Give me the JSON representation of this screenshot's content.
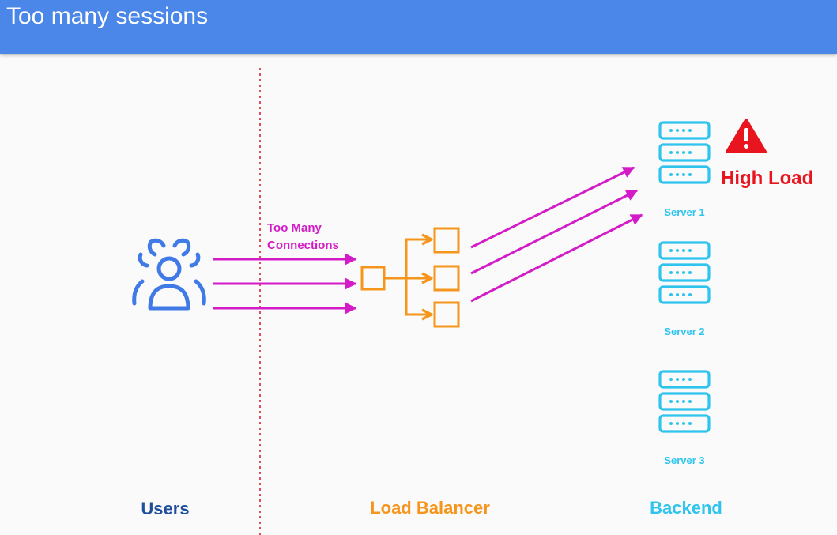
{
  "header": {
    "title": "Too many sessions"
  },
  "diagram": {
    "connections_label_line1": "Too Many",
    "connections_label_line2": "Connections",
    "warning_label": "High Load",
    "servers": [
      "Server 1",
      "Server 2",
      "Server 3"
    ],
    "section_labels": {
      "users": "Users",
      "load_balancer": "Load Balancer",
      "backend": "Backend"
    }
  },
  "icons": {
    "users": "users-group-icon",
    "load_balancer": "load-balancer-icon",
    "server": "server-rack-icon",
    "warning": "warning-triangle-icon"
  },
  "colors": {
    "header": "#4a87e8",
    "arrows": "#d41bc8",
    "users": "#3f7ae6",
    "users_label": "#1f4f9c",
    "load_balancer": "#f6951c",
    "backend": "#2ec4ee",
    "warning": "#e8141e",
    "divider": "#e0505a"
  }
}
